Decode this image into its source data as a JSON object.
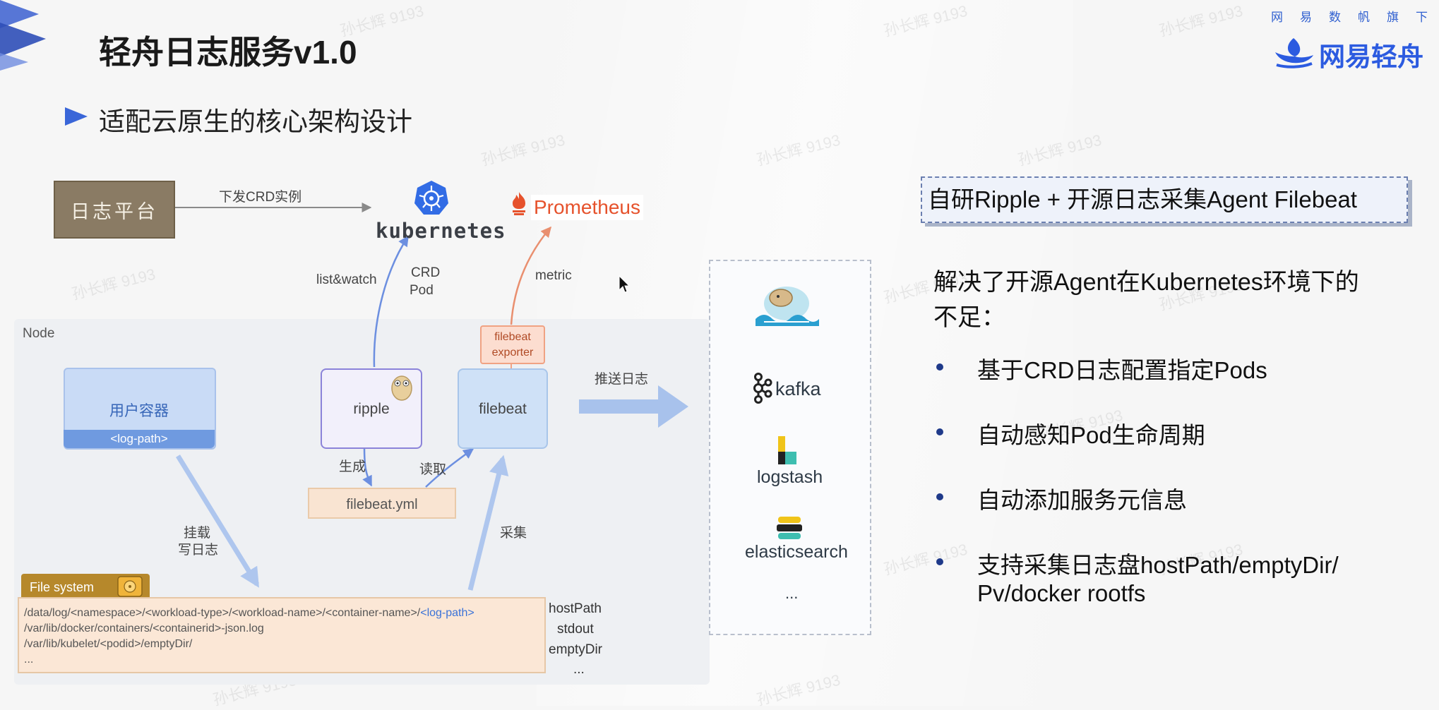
{
  "header": {
    "title": "轻舟日志服务v1.0",
    "subtitle": "适配云原生的核心架构设计",
    "brand_tag": "网易数帆旗下",
    "brand_name": "网易轻舟"
  },
  "watermark": "孙长辉 9193",
  "diagram": {
    "log_platform": "日志平台",
    "crd_edge_label": "下发CRD实例",
    "kubernetes": "kubernetes",
    "prometheus": "Prometheus",
    "list_watch": "list&watch",
    "crd_pod_1": "CRD",
    "crd_pod_2": "Pod",
    "metric": "metric",
    "node": "Node",
    "exporter_1": "filebeat",
    "exporter_2": "exporter",
    "user_container": "用户容器",
    "log_path": "<log-path>",
    "ripple": "ripple",
    "filebeat": "filebeat",
    "push_logs": "推送日志",
    "generate": "生成",
    "read": "读取",
    "filebeat_yml": "filebeat.yml",
    "mount_1": "挂载",
    "mount_2": "写日志",
    "collect": "采集",
    "file_system": "File system",
    "fs_path_1_prefix": "/data/log/<namespace>/<workload-type>/<workload-name>/<container-name>/",
    "fs_path_1_highlight": "<log-path>",
    "fs_path_2": "/var/lib/docker/containers/<containerid>-json.log",
    "fs_path_3": "/var/lib/kubelet/<podid>/emptyDir/",
    "fs_path_4": "...",
    "fs_kinds": [
      "hostPath",
      "stdout",
      "emptyDir",
      "..."
    ]
  },
  "backends": {
    "kafka": "kafka",
    "logstash": "logstash",
    "elasticsearch": "elasticsearch",
    "more": "..."
  },
  "right_panel": {
    "heading": "自研Ripple + 开源日志采集Agent Filebeat",
    "desc_line1": "解决了开源Agent在Kubernetes环境下的",
    "desc_line2": "不足：",
    "bullets": [
      "基于CRD日志配置指定Pods",
      "自动感知Pod生命周期",
      "自动添加服务元信息",
      "支持采集日志盘hostPath/emptyDir/",
      "Pv/docker rootfs"
    ]
  },
  "colors": {
    "accent_blue": "#3a66d8",
    "brand_blue": "#2c5be0",
    "arrow_blue": "#7fa2e0",
    "metric_arrow": "#e98f6f",
    "prometheus_orange": "#e6522c"
  }
}
